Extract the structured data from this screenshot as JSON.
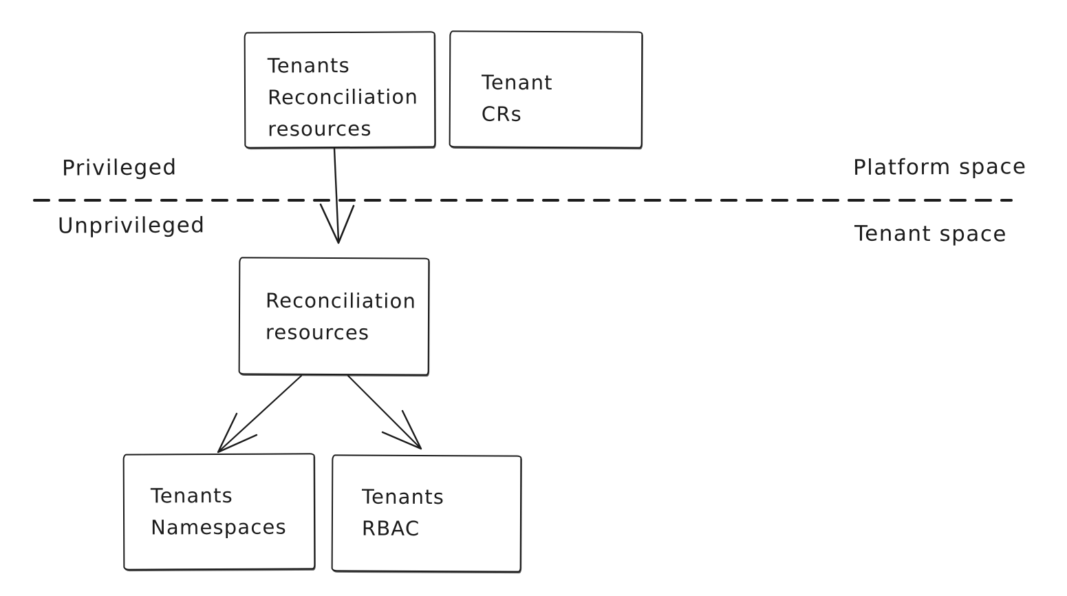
{
  "canvas": {
    "background_color": "#ffffff",
    "ink_color": "#1b1b1b",
    "style": "hand-drawn whiteboard diagram"
  },
  "zones": {
    "left_top_label": "Privileged",
    "left_bottom_label": "Unprivileged",
    "right_top_label": "Platform space",
    "right_bottom_label": "Tenant space",
    "divider": "horizontal dashed line"
  },
  "boxes": {
    "tenants_reconciliation_resources": {
      "lines": [
        "Tenants",
        "Reconciliation",
        "resources"
      ],
      "zone": "Platform space / Privileged"
    },
    "tenant_crs": {
      "lines": [
        "Tenant",
        "CRs"
      ],
      "zone": "Platform space / Privileged"
    },
    "reconciliation_resources": {
      "lines": [
        "Reconciliation",
        "resources"
      ],
      "zone": "Tenant space / Unprivileged"
    },
    "tenants_namespaces": {
      "lines": [
        "Tenants",
        "Namespaces"
      ],
      "zone": "Tenant space / Unprivileged"
    },
    "tenants_rbac": {
      "lines": [
        "Tenants",
        "RBAC"
      ],
      "zone": "Tenant space / Unprivileged"
    }
  },
  "edges": [
    {
      "from": "tenants_reconciliation_resources",
      "to": "reconciliation_resources",
      "type": "arrow"
    },
    {
      "from": "reconciliation_resources",
      "to": "tenants_namespaces",
      "type": "arrow"
    },
    {
      "from": "reconciliation_resources",
      "to": "tenants_rbac",
      "type": "arrow"
    }
  ]
}
